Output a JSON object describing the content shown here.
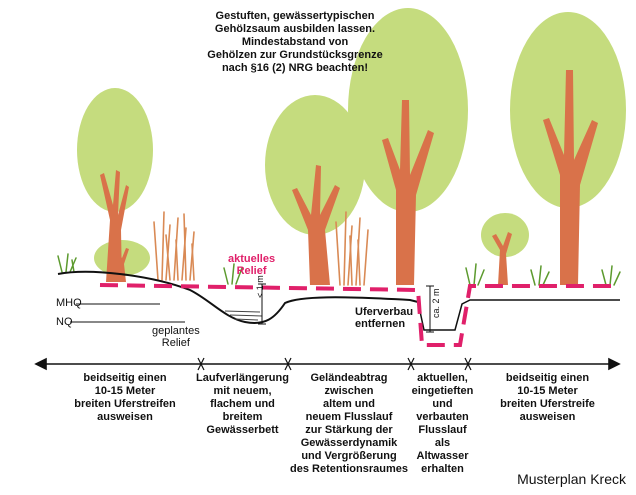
{
  "top_note": [
    "Gestuften, gewässertypischen",
    "Gehölzsaum ausbilden lassen.",
    "Mindestabstand von",
    "Gehölzen zur Grundstücksgrenze",
    "nach §16 (2) NRG beachten!"
  ],
  "relief_label": [
    "aktuelles",
    "Relief"
  ],
  "water_levels": {
    "mhq": "MHQ",
    "nq": "NQ"
  },
  "geplantes_relief": [
    "geplantes",
    "Relief"
  ],
  "depth_left": "< 1 m",
  "depth_right": "ca. 2 m",
  "uferverbau": [
    "Uferverbau",
    "entfernen"
  ],
  "zones": [
    {
      "lines": [
        "beidseitig einen",
        "10-15 Meter",
        "breiten Uferstreifen",
        "ausweisen"
      ]
    },
    {
      "lines": [
        "Laufverlängerung",
        "mit neuem,",
        "flachem und",
        "breitem",
        "Gewässerbett"
      ]
    },
    {
      "lines": [
        "Geländeabtrag",
        "zwischen",
        "altem und",
        "neuem Flusslauf",
        "zur Stärkung der",
        "Gewässerdynamik",
        "und Vergrößerung",
        "des Retentionsraumes"
      ]
    },
    {
      "lines": [
        "aktuellen,",
        "eingetieften",
        "und verbauten",
        "Flusslauf",
        "als Altwasser",
        "erhalten"
      ]
    },
    {
      "lines": [
        "beidseitig einen",
        "10-15 Meter",
        "breiten Uferstreife",
        "ausweisen"
      ]
    }
  ],
  "credit": "Musterplan Kreck",
  "colors": {
    "crown": "#c5dc7e",
    "trunk": "#d9724a",
    "reed": "#d98a55",
    "grass": "#5c9a2e",
    "relief_pink": "#e0206a",
    "ground": "#111111"
  }
}
